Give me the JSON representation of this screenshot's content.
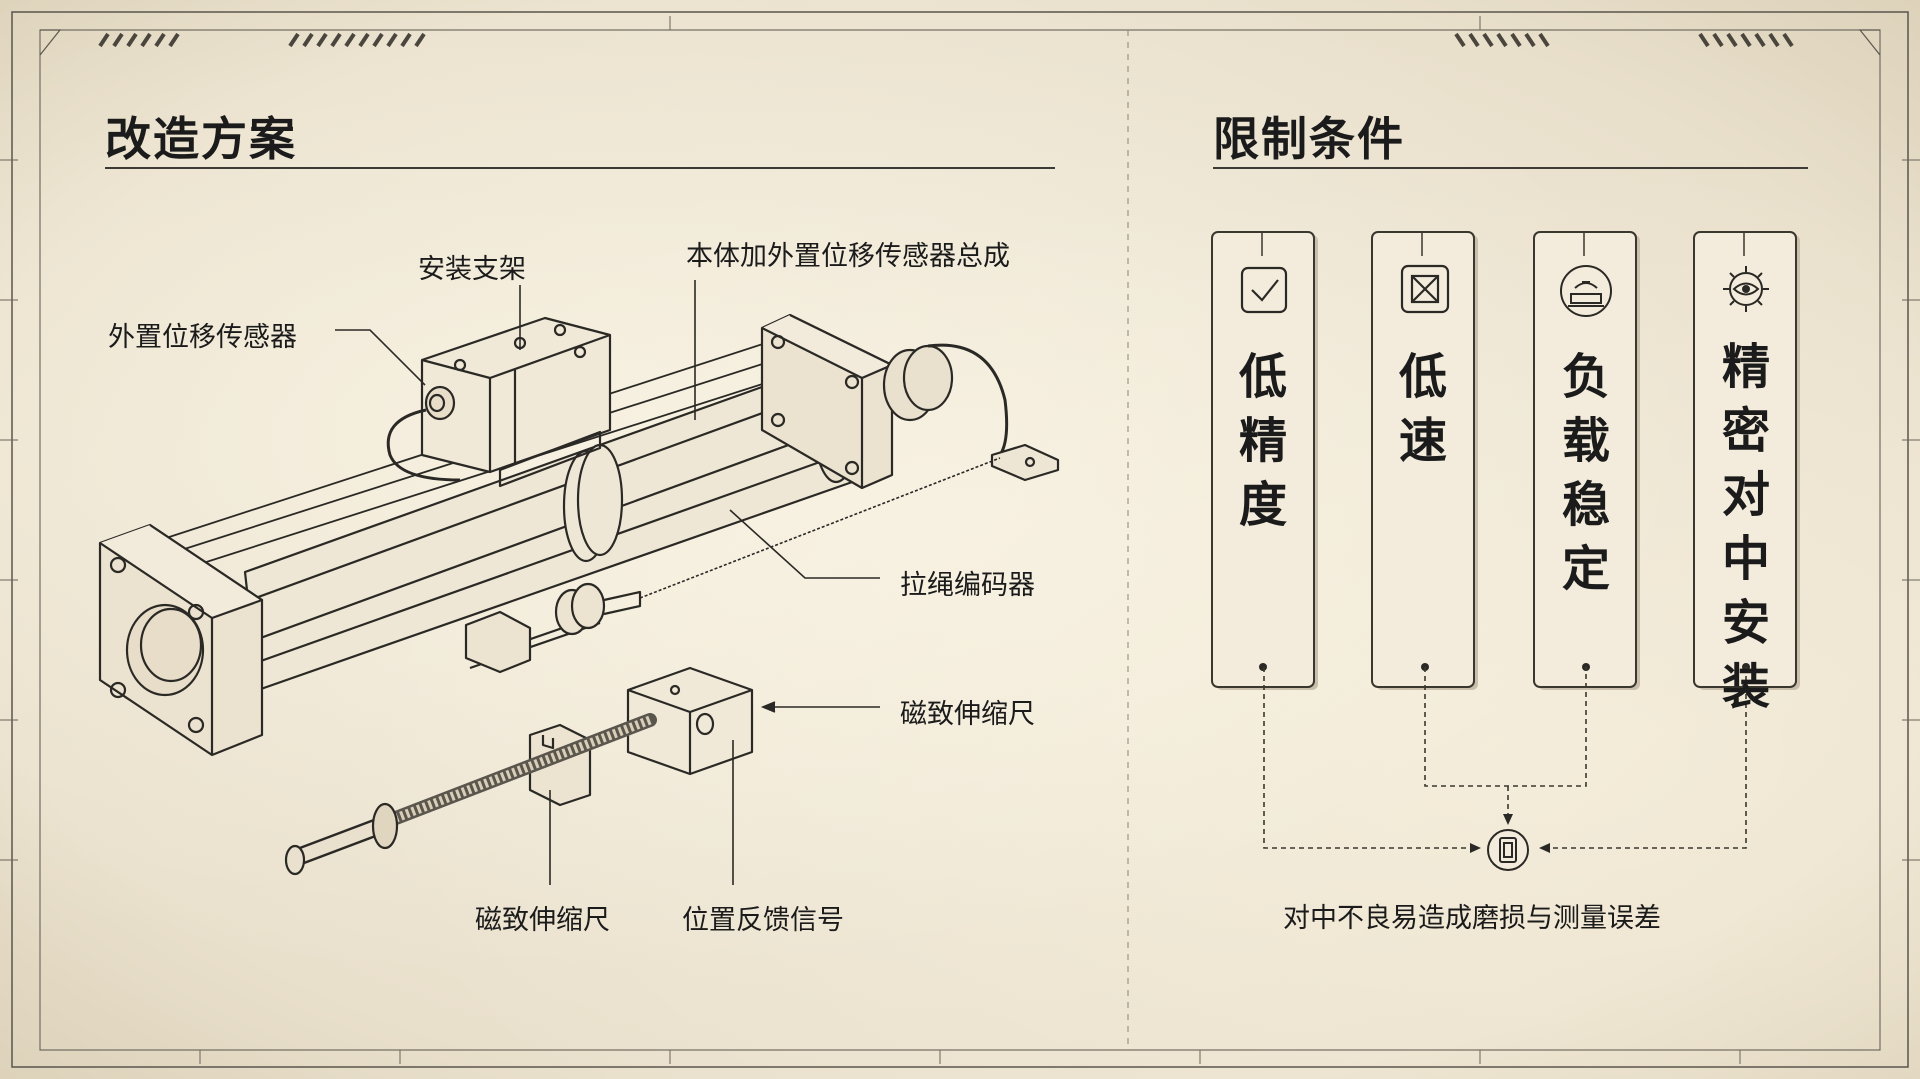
{
  "left": {
    "title": "改造方案",
    "labels": {
      "mount_bracket": "安装支架",
      "assembly": "本体加外置位移传感器总成",
      "external_sensor": "外置位移传感器",
      "draw_wire_encoder": "拉绳编码器",
      "magnetostrictive_right": "磁致伸缩尺",
      "magnetostrictive_bottom": "磁致伸缩尺",
      "position_feedback": "位置反馈信号"
    }
  },
  "right": {
    "title": "限制条件",
    "cards": [
      {
        "text": "低精度",
        "icon": "checkbox-check-icon"
      },
      {
        "text": "低速",
        "icon": "box-x-icon"
      },
      {
        "text": "负载稳定",
        "icon": "weight-load-icon"
      },
      {
        "text": "精密对中安装",
        "icon": "gear-eye-icon"
      }
    ],
    "convergence_icon": "document-node-icon",
    "note": "对中不良易造成磨损与测量误差"
  }
}
